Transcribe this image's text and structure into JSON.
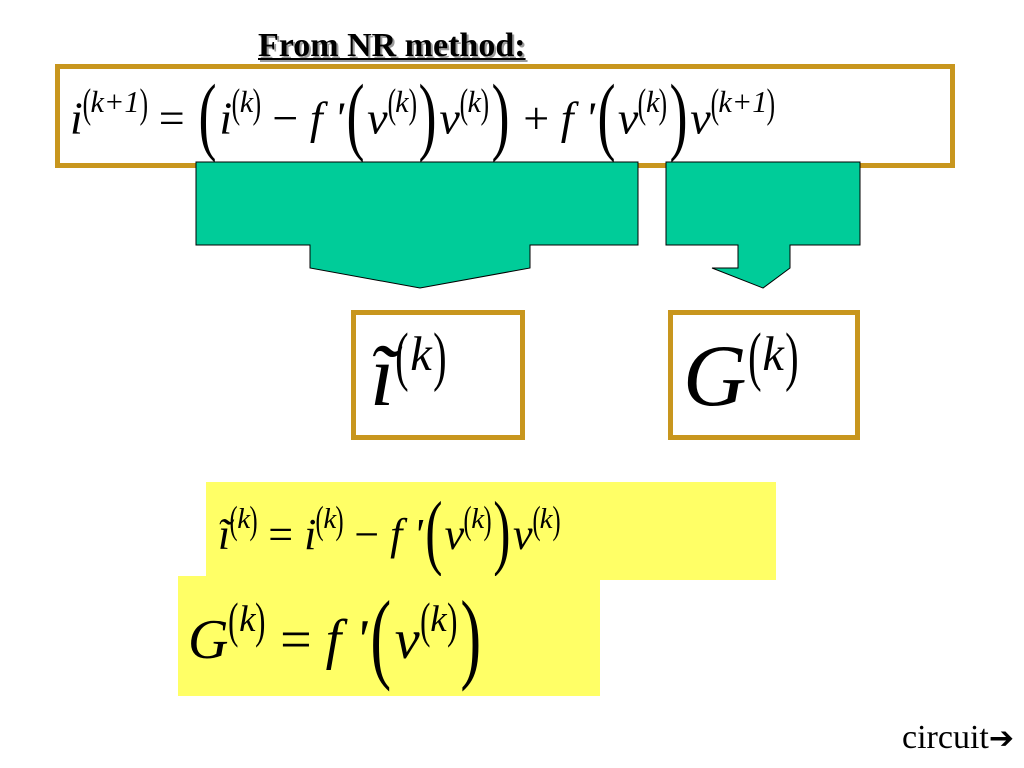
{
  "slide": {
    "title": "From NR method:",
    "footer_link": "circuit",
    "footer_arrow_icon": "right-arrow-icon"
  },
  "equations": {
    "nr_update": {
      "lhs_var": "i",
      "lhs_sup": "k+1",
      "equals": "=",
      "t1_var": "i",
      "t1_sup": "k",
      "minus": "−",
      "fprime": "f '",
      "v1_var": "v",
      "v1_sup": "k",
      "v2_var": "v",
      "v2_sup": "k",
      "plus": "+",
      "fprime2": "f '",
      "v3_var": "v",
      "v3_sup": "k",
      "v4_var": "v",
      "v4_sup": "k+1"
    },
    "i_tilde_symbol": {
      "var": "ĩ",
      "sup": "k"
    },
    "g_symbol": {
      "var": "G",
      "sup": "k"
    },
    "i_tilde_def": {
      "lhs_var": "ĩ",
      "lhs_sup": "k",
      "equals": "=",
      "t1_var": "i",
      "t1_sup": "k",
      "minus": "−",
      "fprime": "f '",
      "v1_var": "v",
      "v1_sup": "k",
      "v2_var": "v",
      "v2_sup": "k"
    },
    "g_def": {
      "lhs_var": "G",
      "lhs_sup": "k",
      "equals": "=",
      "fprime": "f '",
      "v_var": "v",
      "v_sup": "k"
    }
  },
  "colors": {
    "box_border": "#c8961e",
    "arrow_fill": "#00cc99",
    "highlight": "#ffff66"
  }
}
